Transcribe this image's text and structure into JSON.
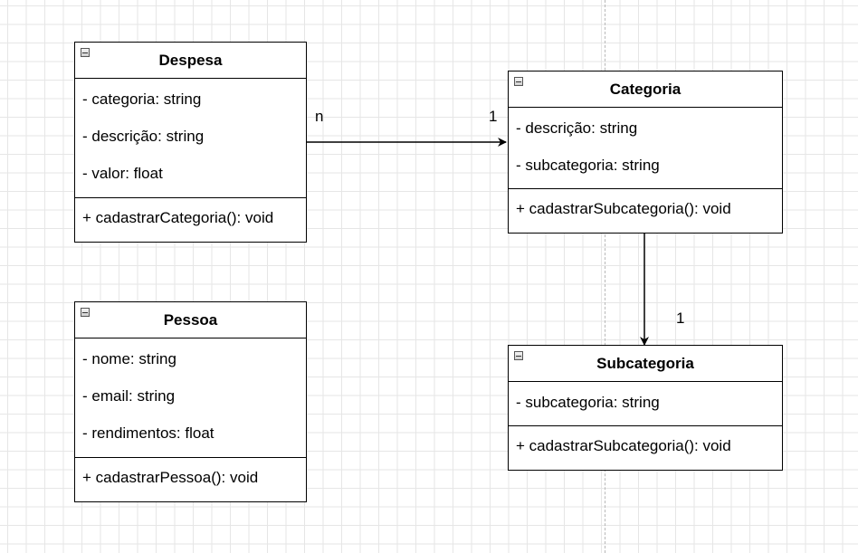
{
  "classes": {
    "despesa": {
      "name": "Despesa",
      "attributes": [
        "- categoria: string",
        "- descrição: string",
        "- valor: float"
      ],
      "methods": [
        "+ cadastrarCategoria(): void"
      ]
    },
    "categoria": {
      "name": "Categoria",
      "attributes": [
        "- descrição: string",
        "- subcategoria: string"
      ],
      "methods": [
        "+ cadastrarSubcategoria(): void"
      ]
    },
    "pessoa": {
      "name": "Pessoa",
      "attributes": [
        "- nome: string",
        "- email: string",
        "- rendimentos: float"
      ],
      "methods": [
        "+ cadastrarPessoa(): void"
      ]
    },
    "subcategoria": {
      "name": "Subcategoria",
      "attributes": [
        "- subcategoria: string"
      ],
      "methods": [
        "+ cadastrarSubcategoria(): void"
      ]
    }
  },
  "relations": {
    "despesa_categoria": {
      "source_multiplicity": "n",
      "target_multiplicity": "1"
    },
    "categoria_subcategoria": {
      "target_multiplicity": "1"
    }
  }
}
